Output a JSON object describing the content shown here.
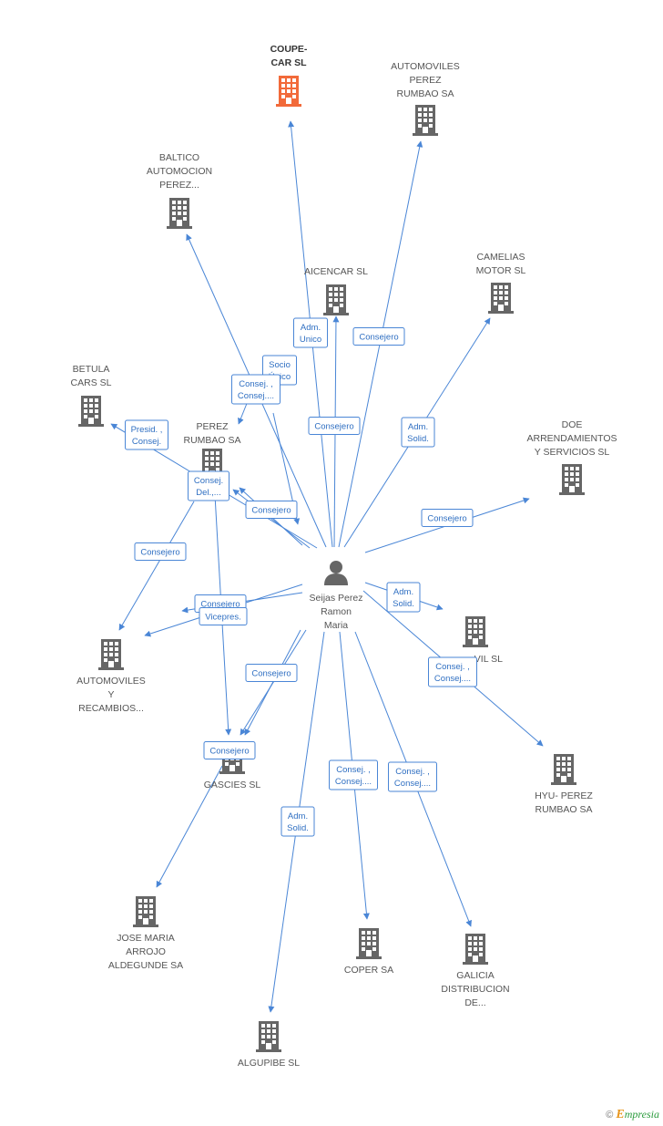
{
  "colors": {
    "edge": "#4a86d6",
    "building": "#666666",
    "building_focus": "#f26a3a",
    "person": "#666666"
  },
  "person": {
    "id": "person",
    "lines": [
      "Seijas Perez",
      "Ramon",
      "Maria"
    ]
  },
  "companies": [
    {
      "id": "coupe",
      "lines": [
        "COUPE-",
        "CAR SL"
      ],
      "focus": true
    },
    {
      "id": "automoviles_perez",
      "lines": [
        "AUTOMOVILES",
        "PEREZ",
        "RUMBAO SA"
      ]
    },
    {
      "id": "baltico",
      "lines": [
        "BALTICO",
        "AUTOMOCION",
        "PEREZ..."
      ]
    },
    {
      "id": "aicencar",
      "lines": [
        "AICENCAR SL"
      ]
    },
    {
      "id": "camelias",
      "lines": [
        "CAMELIAS",
        "MOTOR SL"
      ]
    },
    {
      "id": "betula",
      "lines": [
        "BETULA",
        "CARS SL"
      ]
    },
    {
      "id": "perez_rumbao",
      "lines": [
        "PEREZ",
        "RUMBAO SA"
      ]
    },
    {
      "id": "doe",
      "lines": [
        "DOE",
        "ARRENDAMIENTOS",
        "Y SERVICIOS SL"
      ]
    },
    {
      "id": "automoviles_recambios",
      "lines": [
        "AUTOMOVILES",
        "Y",
        "RECAMBIOS..."
      ]
    },
    {
      "id": "vil",
      "lines": [
        "...VIL SL"
      ]
    },
    {
      "id": "hyu",
      "lines": [
        "HYU- PEREZ",
        "RUMBAO SA"
      ]
    },
    {
      "id": "gascies",
      "lines": [
        "GASCIES SL"
      ]
    },
    {
      "id": "jose_maria",
      "lines": [
        "JOSE MARIA",
        "ARROJO",
        "ALDEGUNDE SA"
      ]
    },
    {
      "id": "coper",
      "lines": [
        "COPER SA"
      ]
    },
    {
      "id": "galicia",
      "lines": [
        "GALICIA",
        "DISTRIBUCION",
        "DE..."
      ]
    },
    {
      "id": "algupibe",
      "lines": [
        "ALGUPIBE SL"
      ]
    }
  ],
  "edge_labels": [
    {
      "id": "adm-unico",
      "lines": [
        "Adm.",
        "Unico"
      ]
    },
    {
      "id": "consejero-automoviles-perez",
      "lines": [
        "Consejero"
      ]
    },
    {
      "id": "socio-unico",
      "lines": [
        "Socio",
        "Único"
      ]
    },
    {
      "id": "consej-baltico",
      "lines": [
        "Consej. ,",
        "Consej...."
      ]
    },
    {
      "id": "consejero-aicencar",
      "lines": [
        "Consejero"
      ]
    },
    {
      "id": "adm-solid-camelias",
      "lines": [
        "Adm.",
        "Solid."
      ]
    },
    {
      "id": "presid-betula",
      "lines": [
        "Presid. ,",
        "Consej."
      ]
    },
    {
      "id": "consej-del-perez",
      "lines": [
        "Consej.",
        "Del.,..."
      ]
    },
    {
      "id": "consejero-perez",
      "lines": [
        "Consejero"
      ]
    },
    {
      "id": "consejero-doe",
      "lines": [
        "Consejero"
      ]
    },
    {
      "id": "consejero-recambios-left",
      "lines": [
        "Consejero"
      ]
    },
    {
      "id": "consejero-recambios",
      "lines": [
        "Consejero"
      ]
    },
    {
      "id": "vicepres",
      "lines": [
        "Vicepres."
      ]
    },
    {
      "id": "adm-solid-vil",
      "lines": [
        "Adm.",
        "Solid."
      ]
    },
    {
      "id": "consej-hyu",
      "lines": [
        "Consej. ,",
        "Consej...."
      ]
    },
    {
      "id": "consejero-gascies",
      "lines": [
        "Consejero"
      ]
    },
    {
      "id": "consejero-gascies-low",
      "lines": [
        "Consejero"
      ]
    },
    {
      "id": "consej-coper",
      "lines": [
        "Consej. ,",
        "Consej...."
      ]
    },
    {
      "id": "consej-galicia",
      "lines": [
        "Consej. ,",
        "Consej...."
      ]
    },
    {
      "id": "adm-solid-algupibe",
      "lines": [
        "Adm.",
        "Solid."
      ]
    }
  ],
  "footer": {
    "copyright": "©",
    "brand_initial": "E",
    "brand_rest": "mpresia"
  }
}
